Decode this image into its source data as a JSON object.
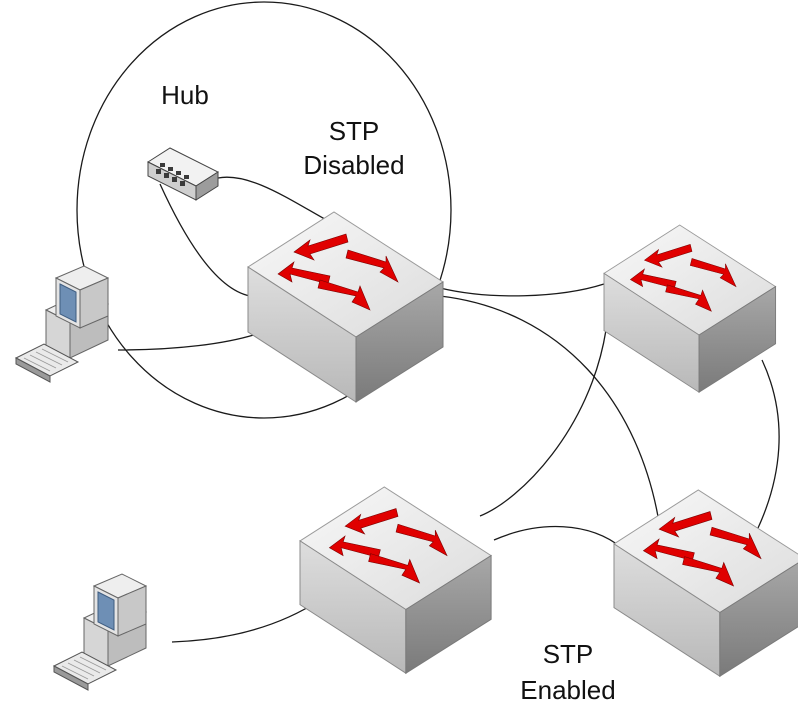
{
  "labels": {
    "hub": "Hub",
    "stp_disabled_line1": "STP",
    "stp_disabled_line2": "Disabled",
    "stp_enabled_line1": "STP",
    "stp_enabled_line2": "Enabled"
  },
  "colors": {
    "background": "#ffffff",
    "line": "#1a1a1a",
    "switch_face": "#d9d9d9",
    "arrow": "#e00000"
  },
  "icons": [
    "hub-icon",
    "switch-icon",
    "computer-icon"
  ]
}
